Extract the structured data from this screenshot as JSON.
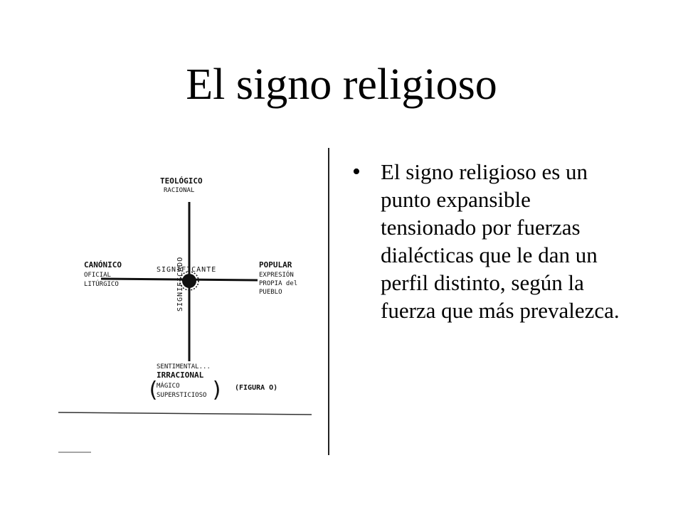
{
  "slide": {
    "title": "El signo religioso",
    "bullet_text": "El signo religioso es un punto expansible tensionado por fuerzas dialécticas que le dan un perfil distinto, según la fuerza que más prevalezca."
  },
  "diagram": {
    "top_label": "TEOLÓGICO",
    "top_sub": "RACIONAL",
    "left_label": "CANÓNICO",
    "left_sub1": "OFICIAL",
    "left_sub2": "LITÚRGICO",
    "right_label": "POPULAR",
    "right_sub1": "EXPRESIÓN",
    "right_sub2": "PROPIA del",
    "right_sub3": "PUEBLO",
    "bottom_sub": "SENTIMENTAL...",
    "bottom_label": "IRRACIONAL",
    "bottom_paren1": "MÁGICO",
    "bottom_paren2": "SUPERSTICIOSO",
    "horizontal_axis_label": "SIGNIFICANTE",
    "vertical_axis_label": "SIGNIFICADO",
    "figure_caption": "(FIGURA O)"
  }
}
